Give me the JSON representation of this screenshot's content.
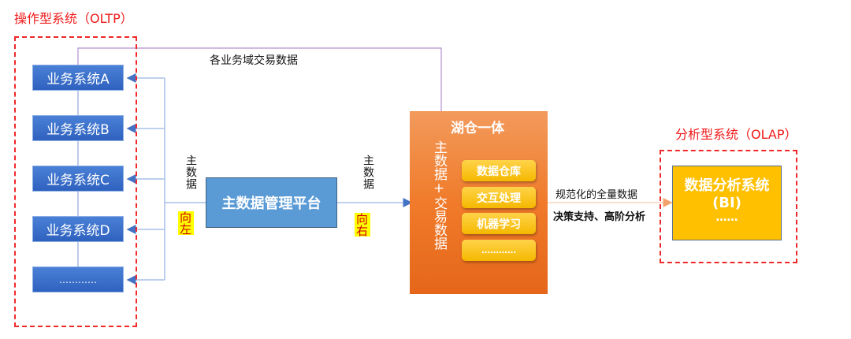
{
  "oltp": {
    "title": "操作型系统（OLTP）",
    "systems": [
      "业务系统A",
      "业务系统B",
      "业务系统C",
      "业务系统D",
      "…………"
    ]
  },
  "flow": {
    "transaction_label": "各业务域交易数据",
    "left_label": "主数据",
    "left_direction": "向左",
    "right_label": "主数据",
    "right_direction": "向右",
    "output_label": "规范化的全量数据",
    "output_purpose": "决策支持、高阶分析"
  },
  "mdm": {
    "title": "主数据管理平台"
  },
  "lakehouse": {
    "title": "湖仓一体",
    "side_text": "主数据+交易数据",
    "items": [
      "数据仓库",
      "交互处理",
      "机器学习",
      "…………"
    ]
  },
  "olap": {
    "title": "分析型系统（OLAP）",
    "box_title": "数据分析系统",
    "box_sub": "(BI)",
    "box_more": "……"
  }
}
